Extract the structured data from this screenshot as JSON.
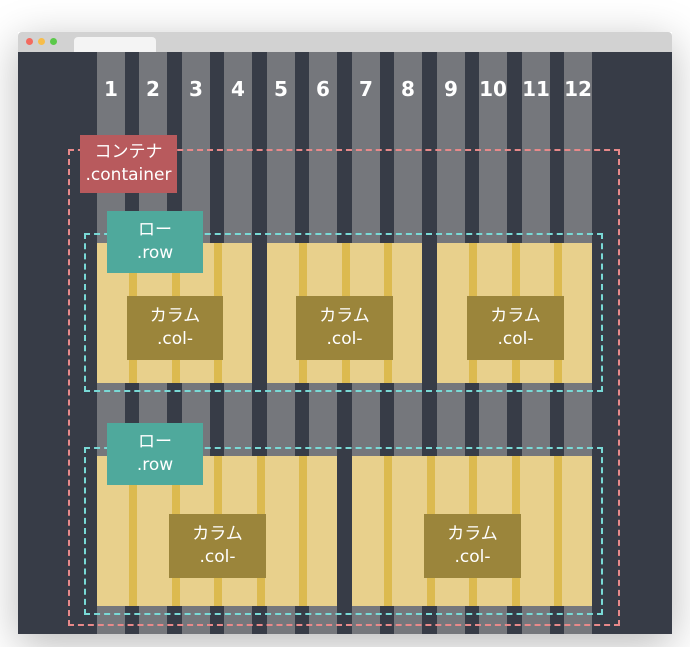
{
  "column_numbers": [
    "1",
    "2",
    "3",
    "4",
    "5",
    "6",
    "7",
    "8",
    "9",
    "10",
    "11",
    "12"
  ],
  "container_label": {
    "jp": "コンテナ",
    "cls": ".container"
  },
  "row_label": {
    "jp": "ロー",
    "cls": ".row"
  },
  "col_label": {
    "jp": "カラム",
    "cls": ".col-"
  },
  "colors": {
    "background": "#373c47",
    "grid_column": "#75777c",
    "container": "#b85a5d",
    "container_border": "#e8898a",
    "row": "#4fa99c",
    "row_border": "#79d9d6",
    "column": "#e8d08c",
    "column_label": "#9b853b"
  }
}
